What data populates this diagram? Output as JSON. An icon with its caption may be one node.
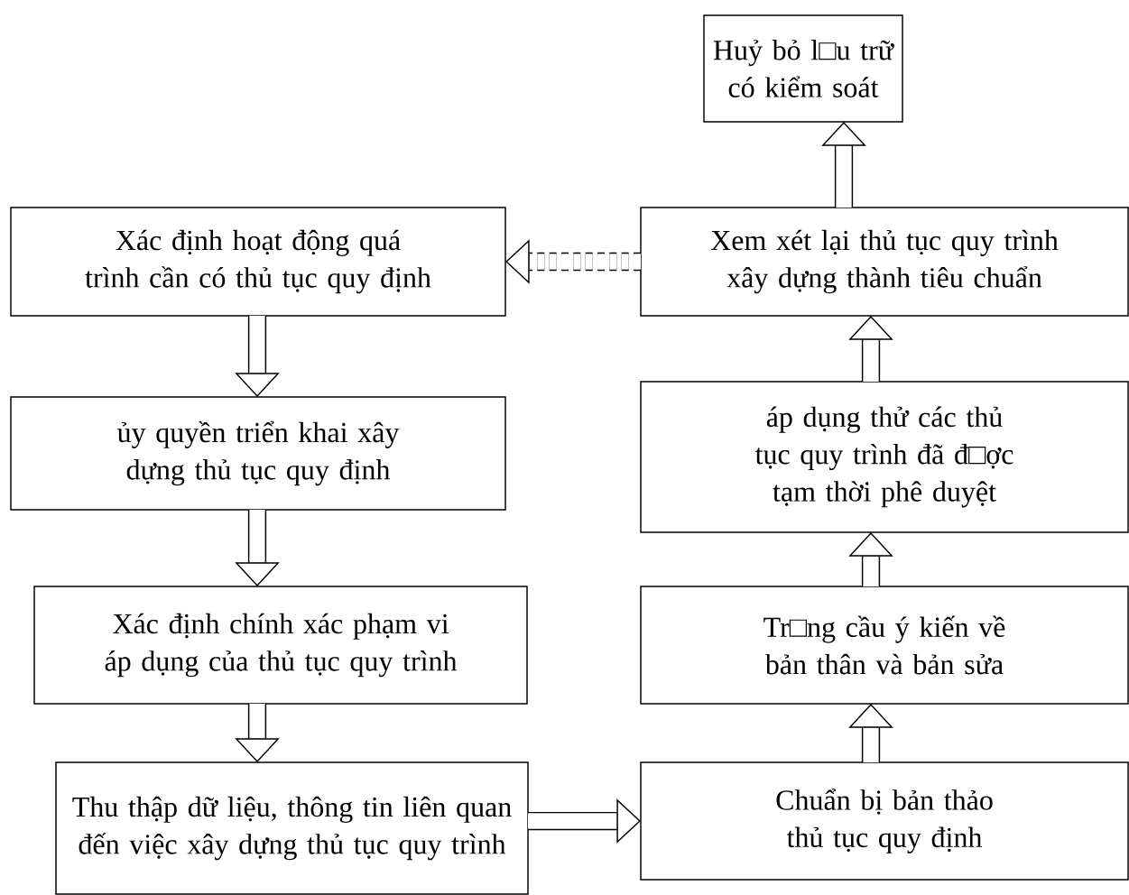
{
  "diagram": {
    "nodes": [
      {
        "text": [
          "Huỷ bỏ l□u trữ có kiểm soát"
        ]
      },
      {
        "text": [
          "Xác định hoạt động quá trình cần có thủ tục quy định"
        ]
      },
      {
        "text": [
          "Xem xét lại thủ tục quy trình xây dựng thành tiêu chuẩn"
        ]
      },
      {
        "text": [
          "ủy quyền triển khai xây dựng thủ tục quy định"
        ]
      },
      {
        "text": [
          "áp dụng thử các thủ tục quy trình đã đ□ợc tạm thời phê duyệt"
        ]
      },
      {
        "text": [
          "Xác định chính xác phạm vi áp dụng của thủ tục quy trình"
        ]
      },
      {
        "text": [
          "Tr□ng cầu ý kiến về bản thân và bản sửa"
        ]
      },
      {
        "text": [
          "Thu thập dữ liệu, thông tin liên quan đến việc xây dựng thủ tục quy trình"
        ]
      },
      {
        "text": [
          "Chuẩn bị bản thảo thủ tục quy định"
        ]
      }
    ],
    "edges": [
      {
        "from": 1,
        "to": 3,
        "arrow": "to"
      },
      {
        "from": 3,
        "to": 5,
        "arrow": "to"
      },
      {
        "from": 5,
        "to": 7,
        "arrow": "to"
      },
      {
        "from": 7,
        "to": 8,
        "arrow": "to"
      },
      {
        "from": 8,
        "to": 6,
        "arrow": "to"
      },
      {
        "from": 6,
        "to": 4,
        "arrow": "to"
      },
      {
        "from": 4,
        "to": 2,
        "arrow": "to"
      },
      {
        "from": 2,
        "to": 0,
        "arrow": "to"
      },
      {
        "from": 2,
        "to": 1,
        "arrow": "to",
        "style": "dashed"
      }
    ]
  }
}
